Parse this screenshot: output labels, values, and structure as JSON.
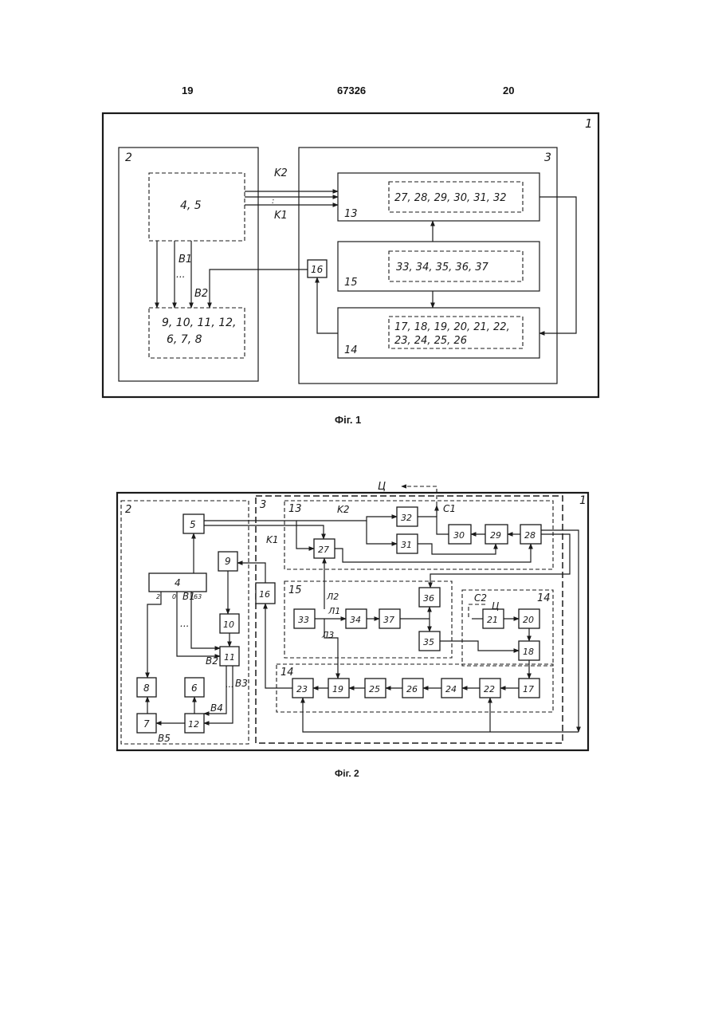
{
  "header": {
    "page_left": "19",
    "patent_number": "67326",
    "page_right": "20"
  },
  "fig1": {
    "caption": "Фіг. 1",
    "labels": {
      "outer": "1",
      "left_block": "2",
      "right_block": "3",
      "sub_45": "4, 5",
      "sub_lower": [
        "9, 10, 11, 12,",
        "6, 7, 8"
      ],
      "block13": "13",
      "content13": "27, 28, 29, 30, 31, 32",
      "block15": "15",
      "content15": "33, 34, 35, 36, 37",
      "block14": "14",
      "content14": [
        "17, 18, 19, 20, 21, 22,",
        "23, 24, 25, 26"
      ],
      "block16": "16",
      "k2": "K2",
      "k1": "K1",
      "b1": "B1",
      "b2": "B2"
    }
  },
  "fig2": {
    "caption": "Фіг. 2",
    "labels": {
      "outer": "1",
      "grp2": "2",
      "grp3": "3",
      "grp13": "13",
      "grp14a": "14",
      "grp14b": "14",
      "grp15": "15",
      "k2": "K2",
      "k1": "K1",
      "b1": "B1",
      "b2": "B2",
      "b3": "B3",
      "b4": "B4",
      "b5": "B5",
      "c1": "C1",
      "c2": "C2",
      "l1": "Л1",
      "l2": "Л2",
      "l3": "Л3",
      "ts_top": "Ц",
      "ts_mid": "Ц",
      "port_0": "0",
      "port_2": "2",
      "port_63": "63",
      "port_1": "1"
    },
    "blocks": [
      "4",
      "5",
      "6",
      "7",
      "8",
      "9",
      "10",
      "11",
      "12",
      "16",
      "17",
      "18",
      "19",
      "20",
      "21",
      "22",
      "23",
      "24",
      "25",
      "26",
      "27",
      "28",
      "29",
      "30",
      "31",
      "32",
      "33",
      "34",
      "35",
      "36",
      "37"
    ]
  }
}
